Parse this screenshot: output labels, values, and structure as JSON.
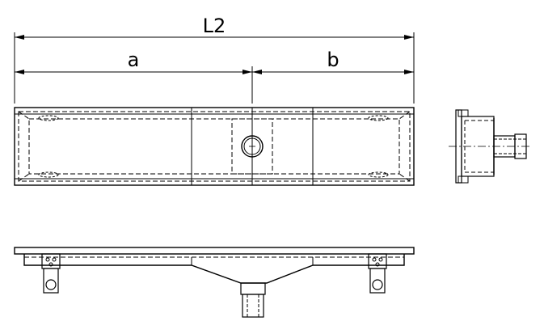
{
  "labels": {
    "overall_length": "L2",
    "segment_a": "a",
    "segment_b": "b"
  },
  "colors": {
    "line": "#000000",
    "background": "#ffffff"
  }
}
